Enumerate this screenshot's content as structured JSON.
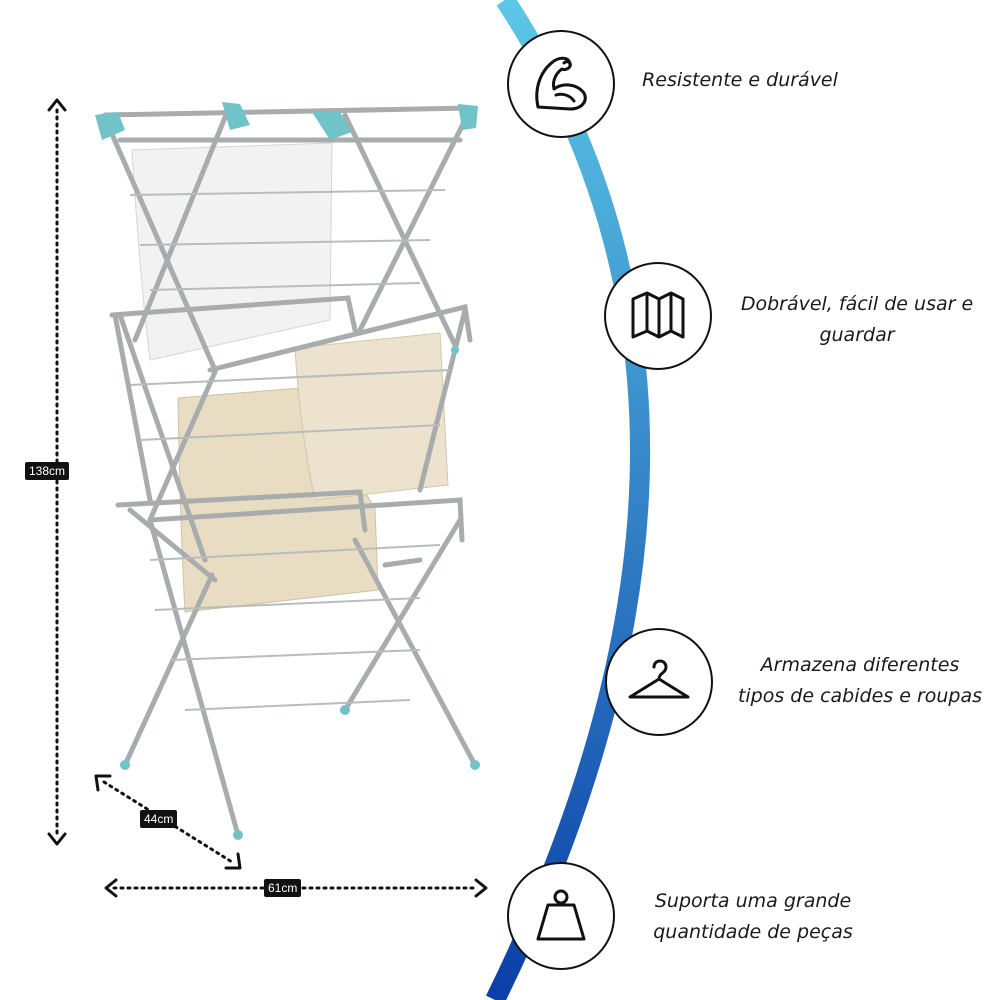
{
  "dimensions": {
    "height": "138cm",
    "depth": "44cm",
    "width": "61cm"
  },
  "features": [
    {
      "icon": "flexed-arm-icon",
      "text": "Resistente e durável"
    },
    {
      "icon": "folded-map-icon",
      "text": "Dobrável, fácil de usar e\nguardar"
    },
    {
      "icon": "hanger-icon",
      "text": "Armazena diferentes\ntipos de cabides e roupas"
    },
    {
      "icon": "weight-icon",
      "text": "Suporta uma grande\nquantidade de peças"
    }
  ],
  "colors": {
    "arc_top": "#5cc8e6",
    "arc_bottom": "#0b3fa8",
    "rack_frame": "#a9acad",
    "rack_accent": "#6fc3c9",
    "towel_white": "#f2f2f2",
    "towel_beige": "#e8dcc3"
  }
}
